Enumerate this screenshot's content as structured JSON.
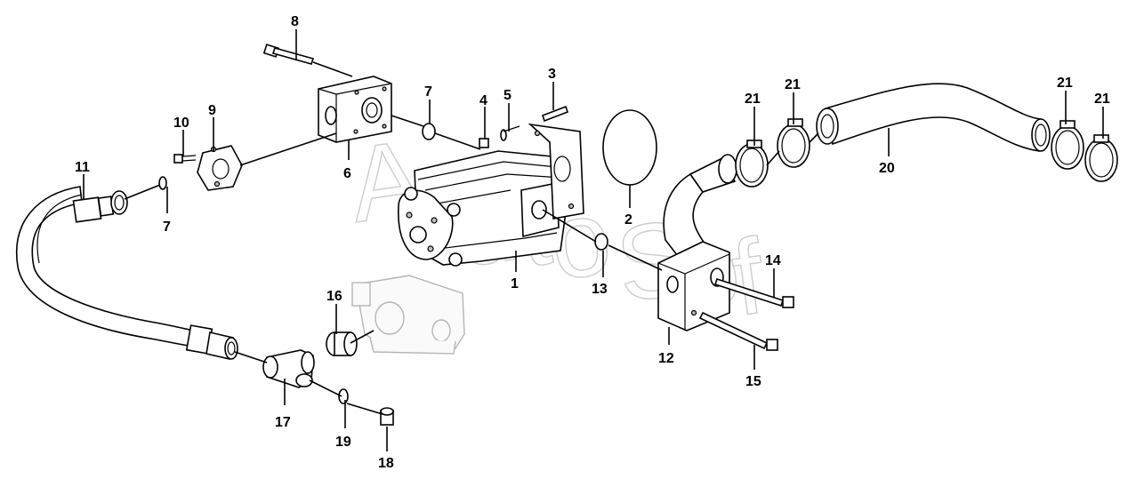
{
  "labels": {
    "l1": "1",
    "l2": "2",
    "l3": "3",
    "l4": "4",
    "l5": "5",
    "l6": "6",
    "l7a": "7",
    "l7b": "7",
    "l8": "8",
    "l9": "9",
    "l10": "10",
    "l11": "11",
    "l12": "12",
    "l13": "13",
    "l14": "14",
    "l15": "15",
    "l16": "16",
    "l17": "17",
    "l18": "18",
    "l19": "19",
    "l20": "20",
    "l21a": "21",
    "l21b": "21",
    "l21c": "21",
    "l21d": "21"
  }
}
